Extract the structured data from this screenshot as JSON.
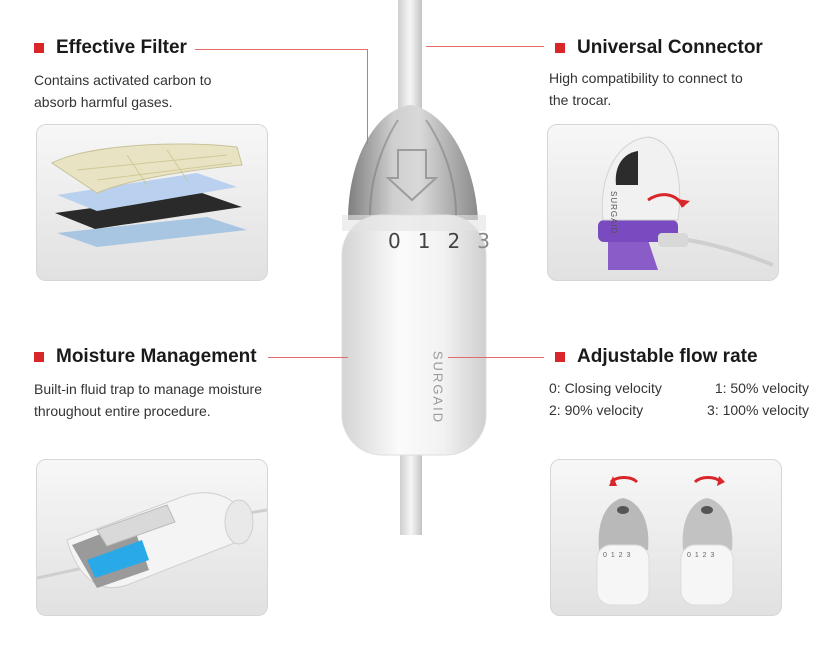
{
  "colors": {
    "accent": "#d8262a",
    "line": "#e26c6c",
    "panel": "#e6e6e6"
  },
  "features": {
    "filter": {
      "title": "Effective Filter",
      "desc": [
        "Contains activated carbon to",
        "absorb harmful gases."
      ],
      "image": "filter-layers"
    },
    "connector": {
      "title": "Universal Connector",
      "desc": [
        "High compatibility to connect to",
        "the trocar."
      ],
      "image": "trocar-connector"
    },
    "moisture": {
      "title": "Moisture Management",
      "desc": [
        "Built-in fluid trap to manage moisture",
        "throughout entire procedure."
      ],
      "image": "fluid-trap-cutaway"
    },
    "flow": {
      "title": "Adjustable flow rate",
      "rates": [
        "0: Closing velocity",
        "1: 50% velocity",
        "2: 90% velocity",
        "3: 100% velocity"
      ],
      "image": "rotating-dial-pair"
    }
  },
  "device": {
    "brand": "SURGAID",
    "dial_numbers": [
      "0",
      "1",
      "2",
      "3"
    ],
    "mini_dial_numbers": [
      "0 1 2 3"
    ]
  }
}
